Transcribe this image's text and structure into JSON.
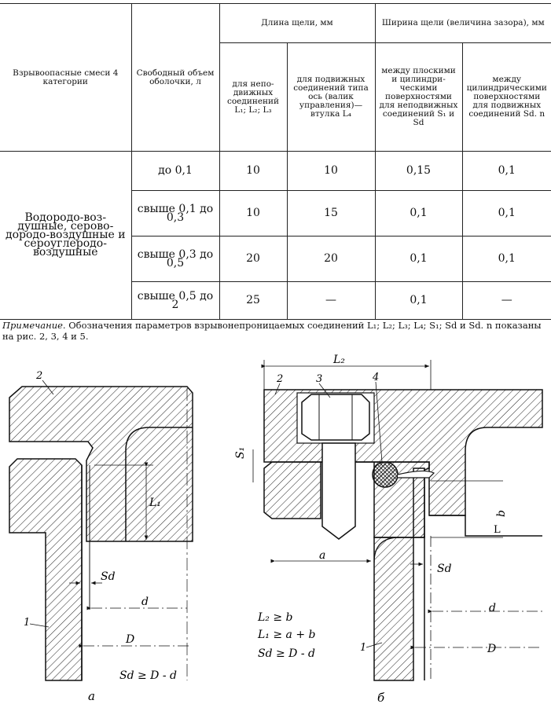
{
  "table": {
    "headers": {
      "mixtures": "Взрывоопасные смеси 4 категории",
      "volume": "Свободный объем оболочки, л",
      "gap_length": "Длина щели, мм",
      "gap_width": "Ширина щели (величина зазора), мм",
      "length_fixed": "для непо­движных соедине­ний L₁; L₂; L₃",
      "length_movable": "для подвижных соединений типа ось (валик управления)— втулка L₄",
      "width_flat": "между плоскими и цилиндри­ческими поверхно­стями для неподвижных соединений S₁ и Sd",
      "width_cyl": "между цилиндриче­скими поверхно­стями для подвижных соединений Sd. n"
    },
    "group_label": "Водородо-воз­душные, серово­дородо-воздушные и сероуглеродо­воздушные",
    "rows": [
      {
        "volume": "до 0,1",
        "l_fixed": "10",
        "l_movable": "10",
        "s_flat": "0,15",
        "s_cyl": "0,1"
      },
      {
        "volume": "свыше 0,1 до 0,3",
        "l_fixed": "10",
        "l_movable": "15",
        "s_flat": "0,1",
        "s_cyl": "0,1"
      },
      {
        "volume": "свыше 0,3 до 0,5",
        "l_fixed": "20",
        "l_movable": "20",
        "s_flat": "0,1",
        "s_cyl": "0,1"
      },
      {
        "volume": "свыше 0,5 до 2",
        "l_fixed": "25",
        "l_movable": "—",
        "s_flat": "0,1",
        "s_cyl": "—"
      }
    ]
  },
  "note": {
    "label": "Примечание.",
    "text": "Обозначения параметров взрывонепроницаемых соединений L₁; L₂; L₃; L₄; S₁; Sd и Sd. n показаны на рис. 2, 3, 4 и 5."
  },
  "figure_a": {
    "part_1": "1",
    "part_2": "2",
    "dim_L1": "L₁",
    "dim_Sd": "Sd",
    "dim_d": "d",
    "dim_D": "D",
    "formula": "Sd ≥ D - d",
    "caption": "а"
  },
  "figure_b": {
    "part_1": "1",
    "part_2": "2",
    "part_3": "3",
    "part_4": "4",
    "dim_L2": "L₂",
    "dim_S1": "S₁",
    "dim_a": "a",
    "dim_b": "b",
    "dim_L1": "L",
    "dim_Sd": "Sd",
    "dim_d": "d",
    "dim_D": "D",
    "formula_1": "L₂ ≥ b",
    "formula_2": "L₁ ≥ a + b",
    "formula_3": "Sd ≥ D - d",
    "caption": "б"
  }
}
